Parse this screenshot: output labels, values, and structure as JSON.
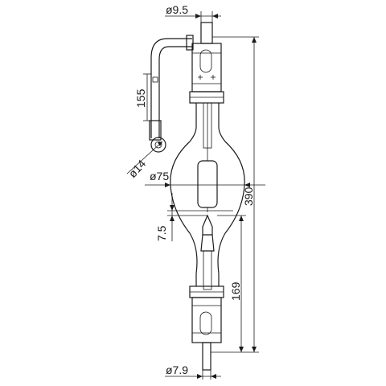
{
  "drawing": {
    "dimensions": {
      "top_pin_diameter": "ø9.5",
      "lead_length": "155",
      "lead_ring_diameter": "ø14",
      "bulb_diameter": "ø75",
      "gap": "7.5",
      "overall_length": "390",
      "lower_length": "169",
      "bottom_pin_diameter": "ø7.9"
    }
  }
}
